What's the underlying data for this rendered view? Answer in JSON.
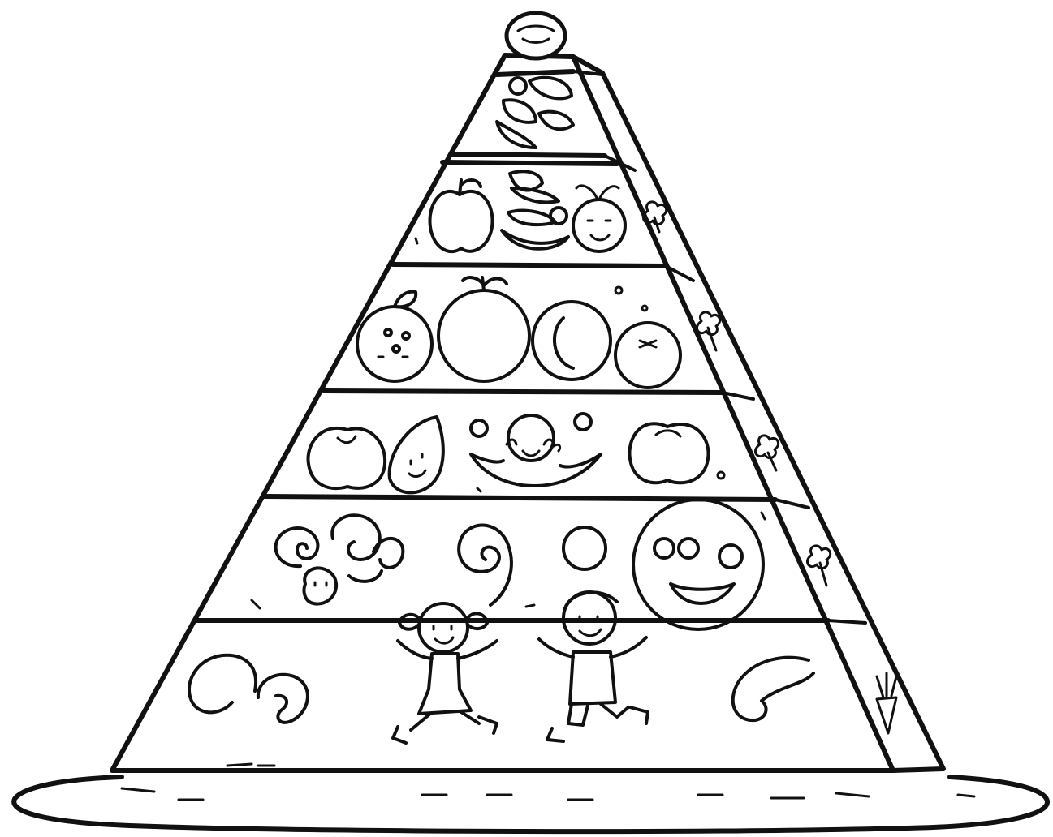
{
  "image": {
    "kind": "coloring-page line drawing",
    "subject": "food-pyramid",
    "style": "black outline on white",
    "colors": {
      "ink": "#111111",
      "paper": "#ffffff"
    }
  },
  "pyramid": {
    "tier_count": 6,
    "tiers": [
      {
        "id": "tier-1",
        "icons": [
          "mixed-fruit-cluster-icon"
        ]
      },
      {
        "id": "tier-2",
        "icons": [
          "apple-icon",
          "sliced-fruit-icon",
          "smiling-fruit-icon"
        ]
      },
      {
        "id": "tier-3",
        "icons": [
          "dotted-fruit-icon",
          "orange-icon",
          "round-fruit-icon",
          "tomato-icon"
        ]
      },
      {
        "id": "tier-4",
        "icons": [
          "peach-icon",
          "smiling-pear-icon",
          "smiling-bowl-icon",
          "apple-icon"
        ]
      },
      {
        "id": "tier-5",
        "icons": [
          "swirl-cluster-icon",
          "swirl-icon",
          "pea-icon",
          "smiling-face-fruit-icon"
        ]
      },
      {
        "id": "tier-6",
        "icons": [
          "cashew-icon",
          "child-girl-icon",
          "child-boy-icon",
          "cashew-icon"
        ]
      }
    ],
    "top_icon": "round-bread-icon",
    "side_icons": [
      "clover-icon",
      "clover-icon",
      "clover-icon",
      "clover-icon",
      "carrot-icon"
    ]
  },
  "ground": {
    "icon": "ground-mound"
  }
}
